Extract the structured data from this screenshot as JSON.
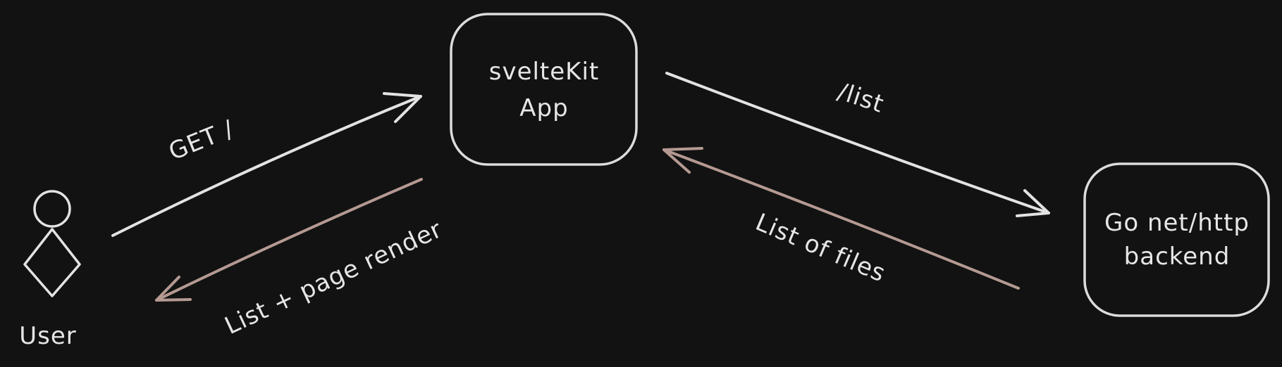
{
  "nodes": {
    "sveltekit": {
      "line1": "svelteKit",
      "line2": "App"
    },
    "backend": {
      "line1": "Go net/http",
      "line2": "backend"
    },
    "user": {
      "label": "User"
    }
  },
  "edges": {
    "get_root": {
      "label": "GET /"
    },
    "list_render": {
      "label": "List + page render"
    },
    "list_request": {
      "label": "/list"
    },
    "list_files": {
      "label": "List of files"
    }
  },
  "colors": {
    "background": "#121212",
    "stroke_light": "#e3e3e3",
    "stroke_response": "#b59a92"
  }
}
